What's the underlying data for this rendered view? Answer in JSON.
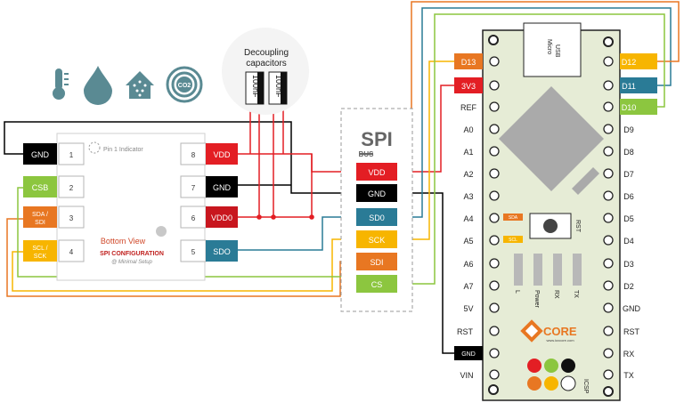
{
  "colors": {
    "vdd": "#e31e24",
    "gnd": "#000000",
    "csb": "#8cc63f",
    "sda": "#e87722",
    "scl": "#f7b500",
    "sdo": "#2a7b96",
    "board": "#e6ecd6",
    "icon": "#5a8a93"
  },
  "icons": [
    "thermometer-icon",
    "water-drop-icon",
    "house-icon",
    "co2-icon"
  ],
  "icon_text": {
    "co2": "CO2"
  },
  "decoupling": {
    "title_line1": "Decoupling",
    "title_line2": "capacitors",
    "cap1": "100nF",
    "cap2": "100nF"
  },
  "sensor": {
    "pin1_indicator": "Pin 1 Indicator",
    "left_pins": [
      {
        "label": "GND",
        "num": "1"
      },
      {
        "label": "CSB",
        "num": "2"
      },
      {
        "label_line1": "SDA /",
        "label_line2": "SDI",
        "num": "3"
      },
      {
        "label_line1": "SCL /",
        "label_line2": "SCK",
        "num": "4"
      }
    ],
    "right_pins": [
      {
        "label": "VDD",
        "num": "8"
      },
      {
        "label": "GND",
        "num": "7"
      },
      {
        "label": "VDD0",
        "num": "6"
      },
      {
        "label": "SDO",
        "num": "5"
      }
    ],
    "view": "Bottom View",
    "config": "SPI CONFIGURATION",
    "credit": "@ Minimal Setup"
  },
  "spi_bus": {
    "title": "SPI",
    "subtitle": "BUS",
    "labels": [
      "VDD",
      "GND",
      "SD0",
      "SCK",
      "SDI",
      "CS"
    ]
  },
  "board": {
    "usb_line1": "Micro",
    "usb_line2": "USB",
    "left_labels": [
      "D13",
      "3V3",
      "REF",
      "A0",
      "A1",
      "A2",
      "A3",
      "A4",
      "A5",
      "A6",
      "A7",
      "5V",
      "RST",
      "GND",
      "VIN"
    ],
    "right_labels": [
      "D12",
      "D11",
      "D10",
      "D9",
      "D8",
      "D7",
      "D6",
      "D5",
      "D4",
      "D3",
      "D2",
      "GND",
      "RST",
      "RX",
      "TX"
    ],
    "small_labels": [
      "SDA",
      "SCL"
    ],
    "rst": "RST",
    "led_labels": [
      "L",
      "Power",
      "RX",
      "TX"
    ],
    "logo": "CORE",
    "logo_url": "www.ioxcore.com",
    "icsp": "ICSP"
  }
}
